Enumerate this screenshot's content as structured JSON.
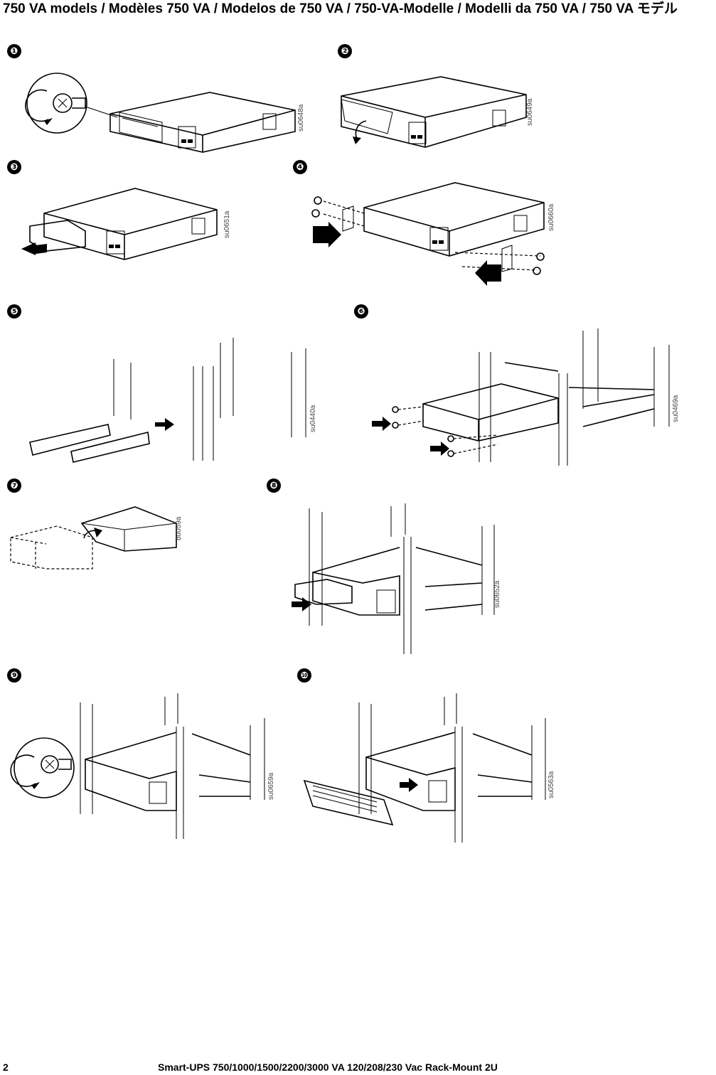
{
  "page": {
    "title": "750 VA models / Modèles 750 VA / Modelos de 750 VA / 750-VA-Modelle / Modelli da 750 VA / 750 VA モデル"
  },
  "steps": [
    {
      "badge": "❶",
      "code": "su0648a"
    },
    {
      "badge": "❷",
      "code": "su0649a"
    },
    {
      "badge": "❸",
      "code": "su0651a"
    },
    {
      "badge": "❹",
      "code": "su0660a"
    },
    {
      "badge": "❺",
      "code": "su0440a"
    },
    {
      "badge": "❻",
      "code": "su0469a"
    },
    {
      "badge": "❼",
      "code": "bu059a"
    },
    {
      "badge": "❽",
      "code": "su0652a"
    },
    {
      "badge": "❾",
      "code": "su0659a"
    },
    {
      "badge": "❿",
      "code": "su0563a"
    }
  ],
  "footer": {
    "page_number": "2",
    "product": "Smart-UPS 750/1000/1500/2200/3000 VA 120/208/230 Vac Rack-Mount 2U"
  }
}
